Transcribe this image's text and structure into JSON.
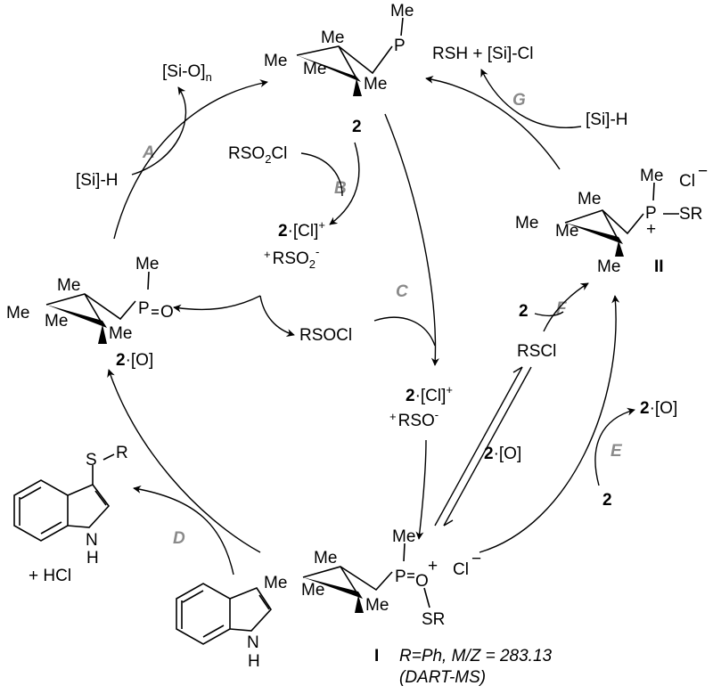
{
  "compounds": {
    "c2": {
      "label": "2",
      "substituents": [
        "Me",
        "Me",
        "Me",
        "Me",
        "Me"
      ],
      "atoms": [
        "P"
      ]
    },
    "oxide": {
      "label_num": "2",
      "label_rest": "·[O]",
      "substituents": [
        "Me",
        "Me",
        "Me",
        "Me",
        "Me"
      ],
      "atoms": [
        "P",
        "O"
      ]
    },
    "intI": {
      "label": "I",
      "substituents": [
        "Me",
        "Me",
        "Me",
        "Me",
        "Me"
      ],
      "atoms": [
        "P",
        "O",
        "SR"
      ],
      "charge": "+",
      "counterion": "Cl",
      "counter_charge": "−",
      "note_line1": "R=Ph, M/Z = 283.13",
      "note_line2": "(DART-MS)"
    },
    "intII": {
      "label": "II",
      "substituents": [
        "Me",
        "Me",
        "Me",
        "Me",
        "Me"
      ],
      "atoms": [
        "P",
        "SR"
      ],
      "charge": "+",
      "counterion": "Cl",
      "counter_charge": "−"
    },
    "indole": {
      "atoms": [
        "N",
        "H"
      ]
    },
    "sulfenylindole": {
      "atoms": [
        "S",
        "R",
        "N",
        "H"
      ],
      "byproduct": "+ HCl"
    }
  },
  "species": {
    "si_o_n": {
      "base": "[Si-O]",
      "sub": "n"
    },
    "si_h_left": "[Si]-H",
    "si_h_right": "[Si]-H",
    "rsh_sicl": "RSH + [Si]-Cl",
    "rso2cl": {
      "a": "RSO",
      "sub": "2",
      "b": "Cl"
    },
    "cl_rso2": {
      "num": "2",
      "a": "·[Cl]",
      "sup": "+",
      "plus": "+",
      "b": "RSO",
      "sub": "2",
      "sup2": "-"
    },
    "rsocl": "RSOCl",
    "cl_rso": {
      "num": "2",
      "a": "·[Cl]",
      "sup": "+",
      "plus": "+",
      "b": "RSO",
      "sup2": "-"
    },
    "two_f": "2",
    "rscl": "RSCl",
    "oxide_mid": {
      "num": "2",
      "rest": "·[O]"
    },
    "oxide_e": {
      "num": "2",
      "rest": "·[O]"
    },
    "two_e": "2"
  },
  "steps": {
    "A": "A",
    "B": "B",
    "C": "C",
    "D": "D",
    "E": "E",
    "F": "F",
    "G": "G"
  }
}
